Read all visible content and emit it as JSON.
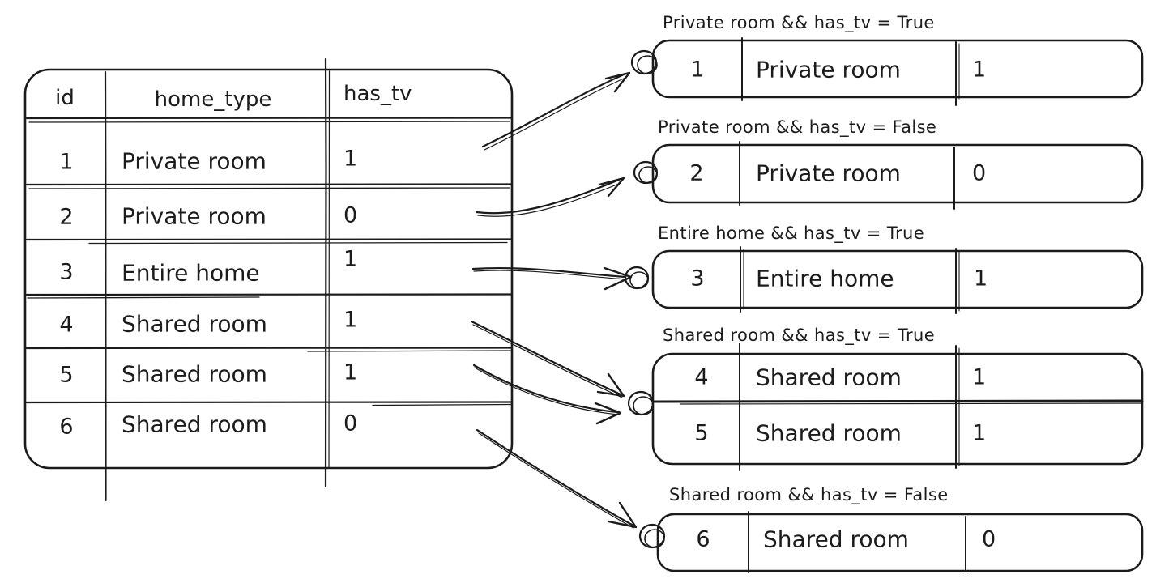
{
  "palette": {
    "ink": "#1c1c1c",
    "background": "#ffffff"
  },
  "source_table": {
    "columns": [
      "id",
      "home_type",
      "has_tv"
    ],
    "rows": [
      {
        "id": "1",
        "home_type": "Private room",
        "has_tv": "1"
      },
      {
        "id": "2",
        "home_type": "Private room",
        "has_tv": "0"
      },
      {
        "id": "3",
        "home_type": "Entire home",
        "has_tv": "1"
      },
      {
        "id": "4",
        "home_type": "Shared room",
        "has_tv": "1"
      },
      {
        "id": "5",
        "home_type": "Shared room",
        "has_tv": "1"
      },
      {
        "id": "6",
        "home_type": "Shared room",
        "has_tv": "0"
      }
    ]
  },
  "groups": [
    {
      "label": "Private room && has_tv = True",
      "rows": [
        {
          "id": "1",
          "home_type": "Private room",
          "has_tv": "1"
        }
      ]
    },
    {
      "label": "Private room && has_tv = False",
      "rows": [
        {
          "id": "2",
          "home_type": "Private room",
          "has_tv": "0"
        }
      ]
    },
    {
      "label": "Entire home && has_tv = True",
      "rows": [
        {
          "id": "3",
          "home_type": "Entire home",
          "has_tv": "1"
        }
      ]
    },
    {
      "label": "Shared room && has_tv = True",
      "rows": [
        {
          "id": "4",
          "home_type": "Shared room",
          "has_tv": "1"
        },
        {
          "id": "5",
          "home_type": "Shared room",
          "has_tv": "1"
        }
      ]
    },
    {
      "label": "Shared room && has_tv = False",
      "rows": [
        {
          "id": "6",
          "home_type": "Shared room",
          "has_tv": "0"
        }
      ]
    }
  ],
  "connectors": [
    {
      "from_row": "1",
      "to_group": "Private room && has_tv = True"
    },
    {
      "from_row": "2",
      "to_group": "Private room && has_tv = False"
    },
    {
      "from_row": "3",
      "to_group": "Entire home && has_tv = True"
    },
    {
      "from_row": "4",
      "to_group": "Shared room && has_tv = True"
    },
    {
      "from_row": "5",
      "to_group": "Shared room && has_tv = True"
    },
    {
      "from_row": "6",
      "to_group": "Shared room && has_tv = False"
    }
  ]
}
